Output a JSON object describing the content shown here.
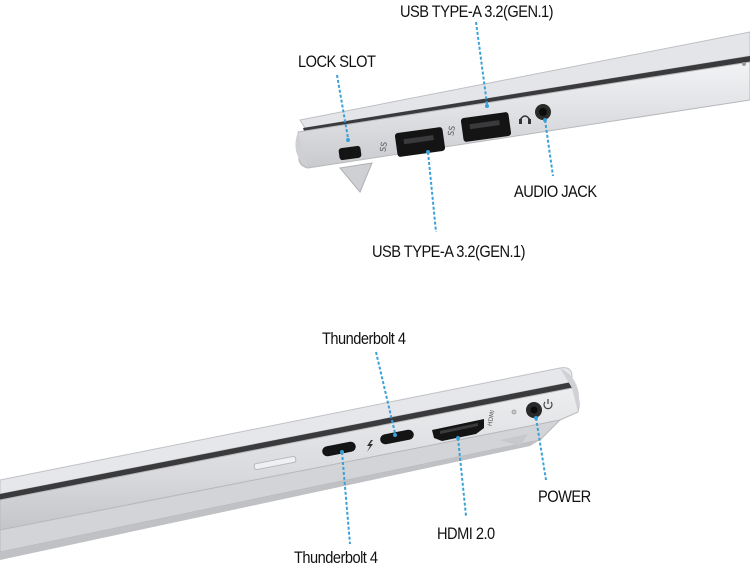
{
  "labels": {
    "usb_top": "USB TYPE-A 3.2(GEN.1)",
    "lock_slot": "LOCK SLOT",
    "audio_jack": "AUDIO JACK",
    "usb_bottom": "USB TYPE-A 3.2(GEN.1)",
    "thunderbolt_top": "Thunderbolt 4",
    "power": "POWER",
    "hdmi": "HDMI 2.0",
    "thunderbolt_bottom": "Thunderbolt 4"
  },
  "colors": {
    "callout_line": "#3aa0d8",
    "chassis": "#dcdde0",
    "port_black": "#141414"
  }
}
